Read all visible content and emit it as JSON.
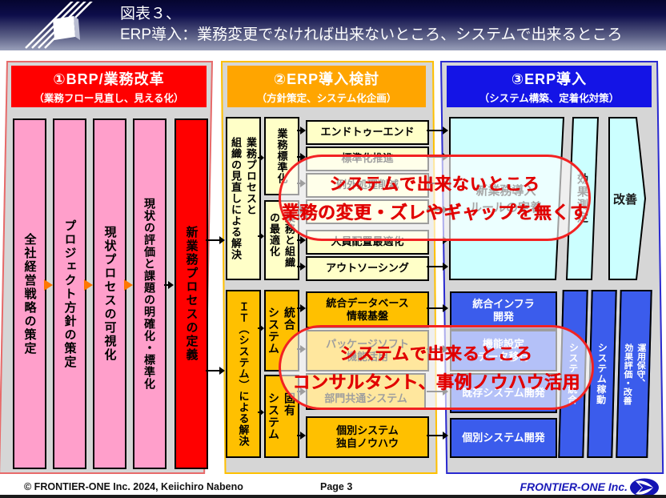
{
  "header": {
    "line1": "図表３、",
    "line2": "ERP導入：業務変更でなければ出来ないところ、システムで出来るところ"
  },
  "col1": {
    "title": "①BRP/業務改革",
    "subtitle": "（業務フロー見直し、見える化）",
    "bars": [
      "全社経営戦略の策定",
      "プロジェクト方針の策定",
      "現状プロセスの可視化",
      "現状の評価と課題の明確化・標準化",
      "新業務プロセスの定義"
    ]
  },
  "col2": {
    "title": "②ERP導入検討",
    "subtitle": "（方針策定、システム化企画）",
    "biz_solution": "業務プロセスと\n組織の見直しによる解決",
    "biz_mid1": "業務標準化",
    "biz_mid2": "業務と組織\nの最適化",
    "biz_boxes": [
      "エンドトゥーエンド",
      "標準化推進",
      "例外処理削減",
      "",
      "人員配置最適化",
      "アウトソーシング"
    ],
    "it_solution": "ＩＴ（システム）による解決",
    "it_mid1": "統合\nシステム",
    "it_mid2": "固有\nシステム",
    "it_boxes": [
      "統合データベース\n情報基盤",
      "パッケージソフト\n機能活用",
      "部門共通システム",
      "個別システム\n独自ノウハウ"
    ]
  },
  "col3": {
    "title": "③ERP導入",
    "subtitle": "（システム構築、定着化対策）",
    "deploy_main": "新業務導入\nルールの定着",
    "deploy_measure": "効果測定",
    "deploy_improve": "改善",
    "dev_boxes": [
      "統合インフラ\n開発",
      "機能設定\nデータ移行",
      "既存システム開発",
      "個別システム開発"
    ],
    "dev_bars": [
      "システム統合",
      "システム稼動",
      "運用保守、\n効果評価・改善"
    ]
  },
  "overlays": {
    "top_line1": "システムで出来ないところ",
    "top_line2": "業務の変更・ズレやギャップを無くす",
    "bottom_line1": "システムで出来るところ",
    "bottom_line2": "コンサルタント、事例ノウハウ活用"
  },
  "footer": {
    "copyright": "© FRONTIER-ONE Inc. 2024,  Keiichiro  Nabeno",
    "page": "Page 3",
    "brand": "FRONTIER-ONE Inc."
  },
  "colors": {
    "red": "#ff0000",
    "pink": "#ff9fcb",
    "orange": "#ffa500",
    "gold": "#ffc000",
    "light_yellow": "#ffffc8",
    "cyan": "#ccffff",
    "blue": "#3b5cec",
    "header_blue": "#1414e6",
    "panel_gray": "#d6d6d6",
    "callout_red": "#e10000"
  }
}
